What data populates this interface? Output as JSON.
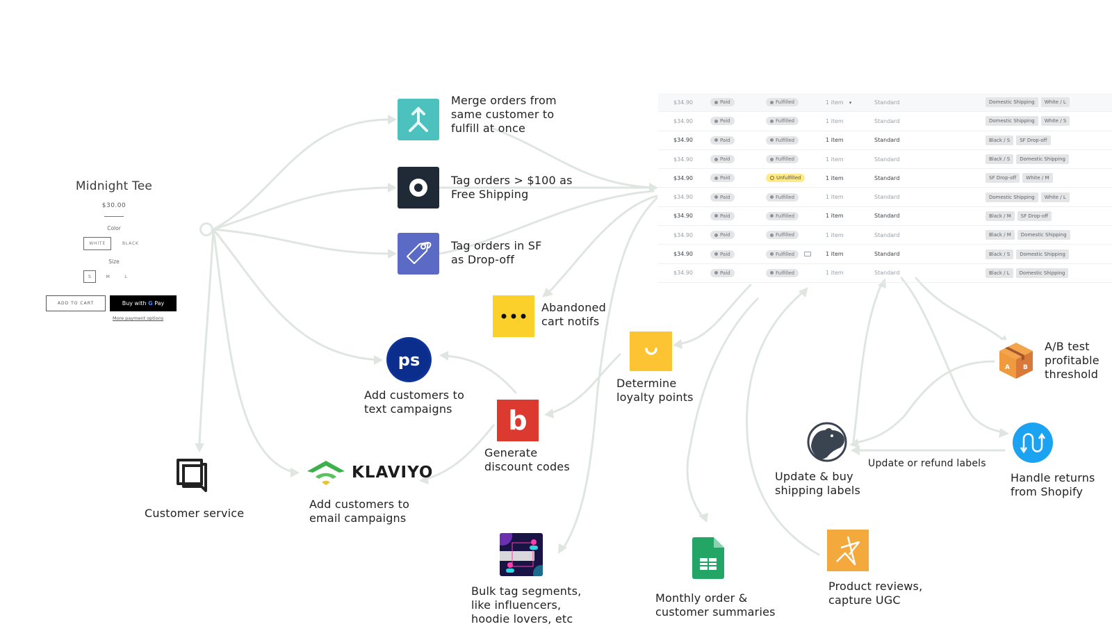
{
  "product": {
    "title": "Midnight Tee",
    "price": "$30.00",
    "color_label": "Color",
    "colors": [
      "WHITE",
      "BLACK"
    ],
    "selected_color": "WHITE",
    "size_label": "Size",
    "sizes": [
      "S",
      "M",
      "L"
    ],
    "selected_size": "S",
    "add_to_cart": "ADD TO CART",
    "buy_with": "Buy with",
    "gpay_g": "G",
    "gpay_pay": "Pay",
    "more_payment": "More payment options"
  },
  "nodes": {
    "merge": {
      "label_lines": [
        "Merge orders from",
        "same customer to",
        "fulfill at once"
      ],
      "icon": "merge-arrow-icon",
      "color": "#4cc1be"
    },
    "tag_free": {
      "label_lines": [
        "Tag orders > $100 as",
        "Free Shipping"
      ],
      "icon": "target-circle-icon",
      "color": "#1f2a36"
    },
    "tag_sf": {
      "label_lines": [
        "Tag orders in SF",
        "as Drop-off"
      ],
      "icon": "price-tag-icon",
      "color": "#5b6ac4"
    },
    "abandoned": {
      "label_lines": [
        "Abandoned",
        "cart notifs"
      ],
      "icon": "ellipsis-icon",
      "color": "#fcd02a"
    },
    "loyalty": {
      "label_lines": [
        "Determine",
        "loyalty points"
      ],
      "icon": "smile-icon",
      "color": "#fcc332"
    },
    "postscript": {
      "label_lines": [
        "Add customers to",
        "text campaigns"
      ],
      "icon": "ps-logo-icon",
      "color": "#0b2d8c",
      "logo_text": "ps"
    },
    "discount": {
      "label_lines": [
        "Generate",
        "discount codes"
      ],
      "icon": "b-logo-icon",
      "color": "#dd3a2f"
    },
    "customer_service": {
      "label_lines": [
        "Customer service"
      ],
      "icon": "chat-squares-icon"
    },
    "klaviyo": {
      "label_lines": [
        "Add customers to",
        "email campaigns"
      ],
      "icon": "klaviyo-logo-icon",
      "logo_text": "KLAVIYO"
    },
    "bulk_tag": {
      "label_lines": [
        "Bulk tag segments,",
        "like influencers,",
        "hoodie lovers, etc"
      ],
      "icon": "segments-icon",
      "color": "#1a1446"
    },
    "monthly": {
      "label_lines": [
        "Monthly order &",
        "customer summaries"
      ],
      "icon": "spreadsheet-icon",
      "color": "#23a566"
    },
    "reviews": {
      "label_lines": [
        "Product reviews,",
        "capture UGC"
      ],
      "icon": "star-icon",
      "color": "#f3a93c"
    },
    "shipping": {
      "label_lines": [
        "Update & buy",
        "shipping labels"
      ],
      "icon": "shipping-animal-icon",
      "color": "#3a4450"
    },
    "ab_test": {
      "label_lines": [
        "A/B test",
        "profitable",
        "threshold"
      ],
      "icon": "ab-box-icon",
      "color": "#ef9a3d"
    },
    "returns": {
      "label_lines": [
        "Handle returns",
        "from Shopify"
      ],
      "icon": "return-loop-icon",
      "color": "#1ba3f2"
    }
  },
  "edge_label": "Update or refund labels",
  "orders": [
    {
      "amount": "$34.90",
      "payment": "Paid",
      "fulfillment": "Fulfilled",
      "items": "1 item",
      "delivery": "Standard",
      "tags": [
        "Domestic Shipping",
        "White / L"
      ],
      "bold": false,
      "caret": true
    },
    {
      "amount": "$34.90",
      "payment": "Paid",
      "fulfillment": "Fulfilled",
      "items": "1 item",
      "delivery": "Standard",
      "tags": [
        "Domestic Shipping",
        "White / S"
      ],
      "bold": false
    },
    {
      "amount": "$34.90",
      "payment": "Paid",
      "fulfillment": "Fulfilled",
      "items": "1 item",
      "delivery": "Standard",
      "tags": [
        "Black / S",
        "SF Drop-off"
      ],
      "bold": true
    },
    {
      "amount": "$34.90",
      "payment": "Paid",
      "fulfillment": "Fulfilled",
      "items": "1 item",
      "delivery": "Standard",
      "tags": [
        "Black / S",
        "Domestic Shipping"
      ],
      "bold": false
    },
    {
      "amount": "$34.90",
      "payment": "Paid",
      "fulfillment": "Unfulfilled",
      "items": "1 item",
      "delivery": "Standard",
      "tags": [
        "SF Drop-off",
        "White / M"
      ],
      "bold": true
    },
    {
      "amount": "$34.90",
      "payment": "Paid",
      "fulfillment": "Fulfilled",
      "items": "1 item",
      "delivery": "Standard",
      "tags": [
        "Domestic Shipping",
        "White / L"
      ],
      "bold": false
    },
    {
      "amount": "$34.90",
      "payment": "Paid",
      "fulfillment": "Fulfilled",
      "items": "1 item",
      "delivery": "Standard",
      "tags": [
        "Black / M",
        "SF Drop-off"
      ],
      "bold": true
    },
    {
      "amount": "$34.90",
      "payment": "Paid",
      "fulfillment": "Fulfilled",
      "items": "1 item",
      "delivery": "Standard",
      "tags": [
        "Black / M",
        "Domestic Shipping"
      ],
      "bold": false
    },
    {
      "amount": "$34.90",
      "payment": "Paid",
      "fulfillment": "Fulfilled",
      "items": "1 item",
      "delivery": "Standard",
      "tags": [
        "Black / S",
        "Domestic Shipping"
      ],
      "bold": true,
      "box": true
    },
    {
      "amount": "$34.90",
      "payment": "Paid",
      "fulfillment": "Fulfilled",
      "items": "1 item",
      "delivery": "Standard",
      "tags": [
        "Black / L",
        "Domestic Shipping"
      ],
      "bold": false
    }
  ],
  "colors": {
    "connector": "#dfe6e2",
    "unfulfilled": "#ffea8a"
  }
}
